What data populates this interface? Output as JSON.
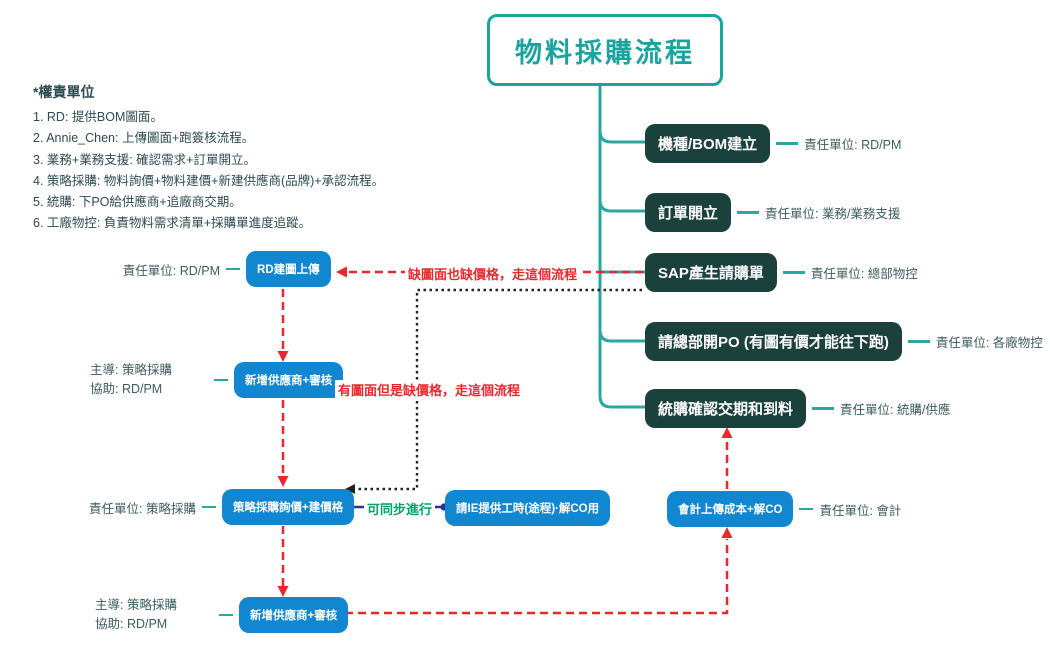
{
  "title": "物料採購流程",
  "legend": {
    "heading": "*權責單位",
    "items": [
      "1. RD: 提供BOM圖面。",
      "2. Annie_Chen: 上傳圖面+跑簽核流程。",
      "3. 業務+業務支援: 確認需求+訂單開立。",
      "4. 策略採購: 物料詢價+物料建價+新建供應商(品牌)+承認流程。",
      "5. 統購: 下PO給供應商+追廠商交期。",
      "6. 工廠物控: 負責物料需求清單+採購單進度追蹤。"
    ]
  },
  "main_flow": [
    {
      "label": "機種/BOM建立",
      "owner": "責任單位: RD/PM"
    },
    {
      "label": "訂單開立",
      "owner": "責任單位: 業務/業務支援"
    },
    {
      "label": "SAP產生請購單",
      "owner": "責任單位: 總部物控"
    },
    {
      "label": "請總部開PO (有圖有價才能往下跑)",
      "owner": "責任單位: 各廠物控"
    },
    {
      "label": "統購確認交期和到料",
      "owner": "責任單位: 統購/供應"
    }
  ],
  "sub_flow": {
    "rd_upload": {
      "label": "RD建圖上傳",
      "owner": "責任單位: RD/PM"
    },
    "add_supplier_1": {
      "label": "新增供應商+審核",
      "owner_line1": "主導: 策略採購",
      "owner_line2": "協助: RD/PM"
    },
    "sourcing_price": {
      "label": "策略採購詢價+建價格",
      "owner": "責任單位: 策略採購"
    },
    "ie_hours": {
      "label": "請IE提供工時(途程)·解CO用"
    },
    "accounting": {
      "label": "會計上傳成本+解CO",
      "owner": "責任單位: 會計"
    },
    "add_supplier_2": {
      "label": "新增供應商+審核",
      "owner_line1": "主導: 策略採購",
      "owner_line2": "協助: RD/PM"
    }
  },
  "annotations": {
    "no_drawing_no_price": "缺圖面也缺價格，走這個流程",
    "drawing_no_price": "有圖面但是缺價格，走這個流程",
    "parallel": "可同步進行"
  },
  "colors": {
    "teal": "#2aa7a0",
    "title_teal": "#1ba49e",
    "dark_node": "#1b413d",
    "blue_node": "#1186d1",
    "red": "#e8282d",
    "navy": "#2e3192",
    "green": "#00a46a"
  }
}
